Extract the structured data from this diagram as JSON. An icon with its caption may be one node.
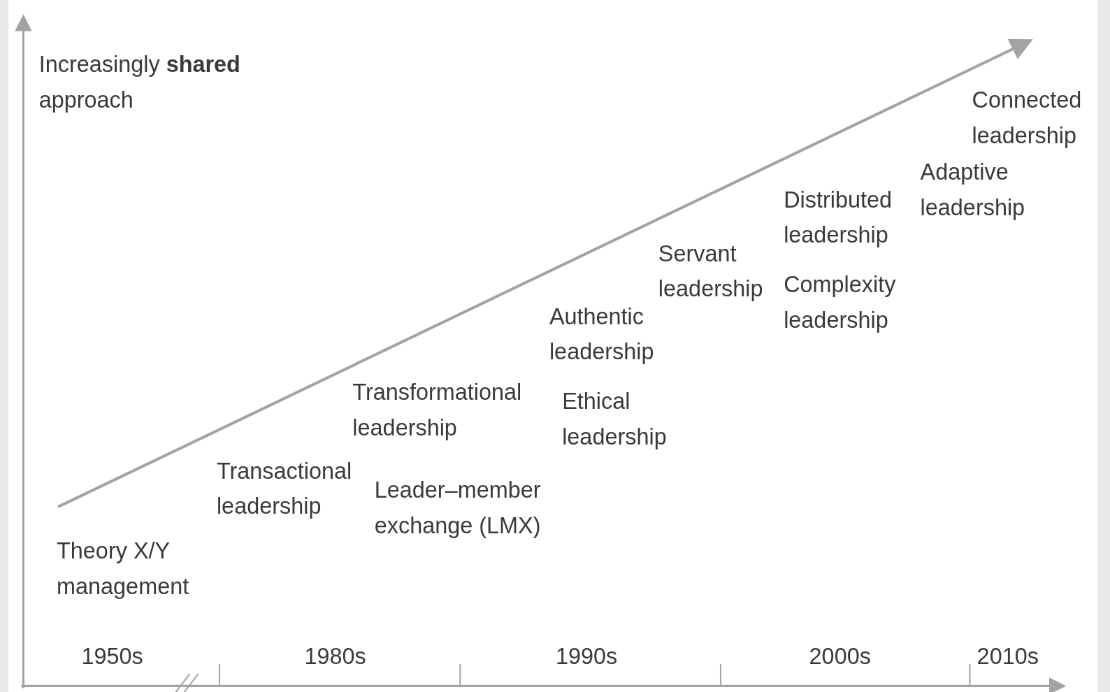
{
  "diagram": {
    "labels": [
      "Increasingly **shared** approach",
      "Connected leadership",
      "Adaptive leadership",
      "Distributed leadership",
      "Servant leadership",
      "Complexity leadership",
      "Authentic leadership",
      "Transformational leadership",
      "Ethical leadership",
      "Transactional leadership",
      "Leader–member exchange (LMX)",
      "Theory X/Y management",
      "1950s",
      "1980s",
      "1990s",
      "2000s",
      "2010s"
    ]
  }
}
